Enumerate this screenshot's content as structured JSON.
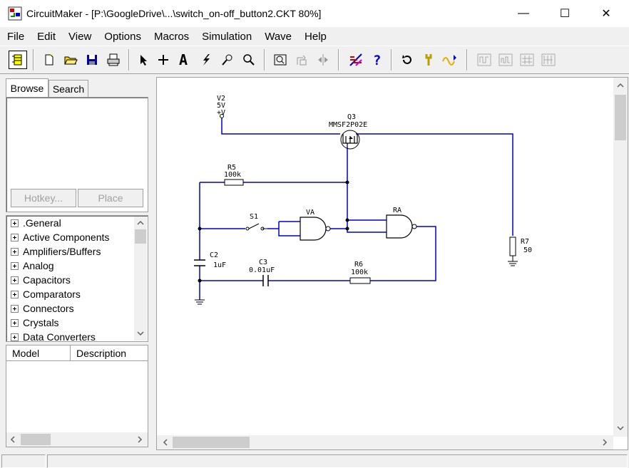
{
  "window": {
    "title": "CircuitMaker - [P:\\GoogleDrive\\...\\switch_on-off_button2.CKT 80%]",
    "minimize_glyph": "—",
    "maximize_glyph": "☐",
    "close_glyph": "✕"
  },
  "menu": [
    "File",
    "Edit",
    "View",
    "Options",
    "Macros",
    "Simulation",
    "Wave",
    "Help"
  ],
  "toolbar": {
    "icons": [
      "parts-bin-icon",
      "new-file-icon",
      "open-folder-icon",
      "save-icon",
      "print-icon",
      "arrow-select-icon",
      "wire-cross-icon",
      "text-icon",
      "probe-lightning-icon",
      "probe-tool-icon",
      "zoom-icon",
      "zoom-fit-icon",
      "rotate-icon",
      "mirror-icon",
      "netlist-icon",
      "help-icon",
      "undo-rotate-icon",
      "wrench-icon",
      "wave-icon",
      "scope1-icon",
      "scope2-icon",
      "scope3-icon",
      "scope4-icon"
    ],
    "accent_blue": "#0000cc",
    "accent_red": "#cc0000"
  },
  "left_panel": {
    "tabs": [
      "Browse",
      "Search"
    ],
    "hotkey_label": "Hotkey...",
    "place_label": "Place",
    "libraries": [
      ".General",
      "Active Components",
      "Amplifiers/Buffers",
      "Analog",
      "Capacitors",
      "Comparators",
      "Connectors",
      "Crystals",
      "Data Converters"
    ],
    "model_columns": [
      "Model",
      "Description"
    ]
  },
  "schematic": {
    "wire_color": "#0000cc",
    "components": {
      "v2": {
        "ref": "V2",
        "value": "5V",
        "node": "+V"
      },
      "q3": {
        "ref": "Q3",
        "part": "MMSF2P02E"
      },
      "r5": {
        "ref": "R5",
        "value": "100k"
      },
      "s1": {
        "ref": "S1"
      },
      "va": {
        "ref": "VA"
      },
      "ra": {
        "ref": "RA"
      },
      "c2": {
        "ref": "C2",
        "value": "1uF"
      },
      "c3": {
        "ref": "C3",
        "value": "0.01uF"
      },
      "r6": {
        "ref": "R6",
        "value": "100k"
      },
      "r7": {
        "ref": "R7",
        "value": "50"
      }
    }
  }
}
